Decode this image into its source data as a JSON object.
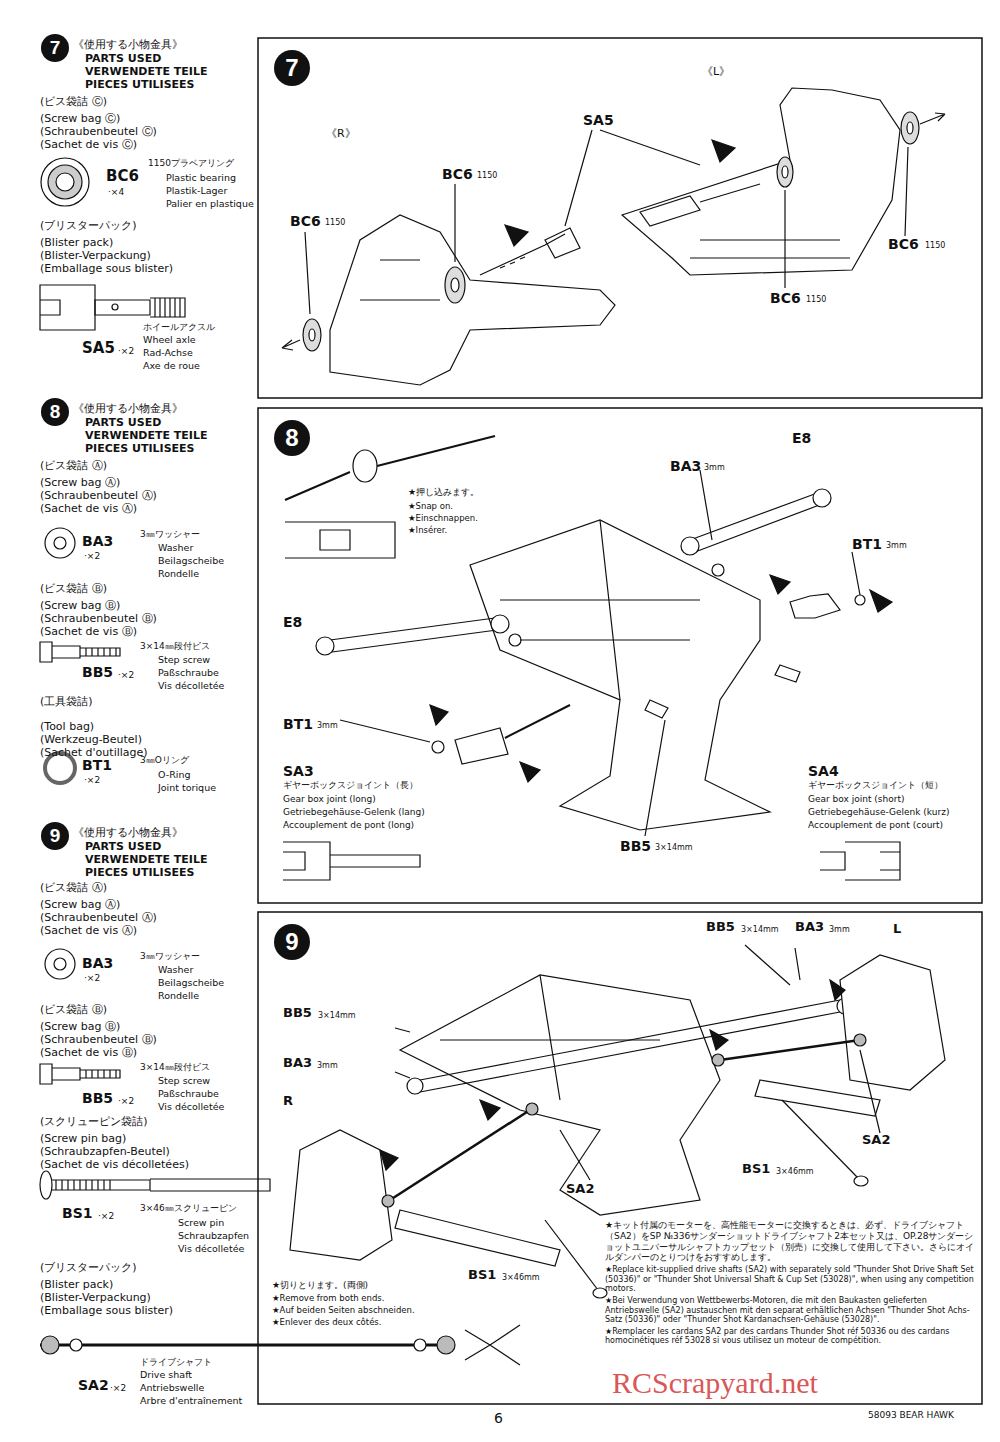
{
  "diagram": {
    "nodes": [
      {
        "text": [
          "7"
        ]
      },
      {
        "text": [
          "7"
        ]
      },
      {
        "text": [
          "8"
        ]
      },
      {
        "text": [
          "8"
        ]
      },
      {
        "text": [
          "9"
        ]
      },
      {
        "text": [
          "9"
        ]
      }
    ],
    "labels": [
      "《使用する小物金具》",
      "PARTS USED",
      "VERWENDETE TEILE",
      "PIECES UTILISEES",
      "(ビス袋詰 Ⓒ)",
      "(Screw bag Ⓒ)",
      "(Schraubenbeutel Ⓒ)",
      "(Sachet de vis Ⓒ)",
      "BC6",
      "·×4",
      "1150プラベアリング",
      "Plastic bearing",
      "Plastik-Lager",
      "Palier en plastique",
      "(ブリスターパック)",
      "(Blister pack)",
      "(Blister-Verpackung)",
      "(Emballage sous blister)",
      "ホイールアクスル",
      "Wheel axle",
      "Rad-Achse",
      "Axe de roue",
      "SA5",
      "·×2",
      "《L》",
      "《R》",
      "SA5",
      "BC6",
      "1150",
      "BC6",
      "1150",
      "BC6",
      "1150",
      "BC6",
      "1150",
      "《使用する小物金具》",
      "PARTS USED",
      "VERWENDETE TEILE",
      "PIECES UTILISEES",
      "(ビス袋詰 Ⓐ)",
      "(Screw bag Ⓐ)",
      "(Schraubenbeutel Ⓐ)",
      "(Sachet de vis Ⓐ)",
      "BA3",
      "·×2",
      "3㎜ワッシャー",
      "Washer",
      "Beilagscheibe",
      "Rondelle",
      "(ビス袋詰 Ⓑ)",
      "(Screw bag Ⓑ)",
      "(Schraubenbeutel Ⓑ)",
      "(Sachet de vis Ⓑ)",
      "3×14㎜段付ビス",
      "BB5",
      "·×2",
      "Step screw",
      "Paßschraube",
      "Vis décolletée",
      "(工具袋詰)",
      "(Tool bag)",
      "(Werkzeug-Beutel)",
      "(Sachet d'outillage)",
      "BT1",
      "·×2",
      "3㎜Oリング",
      "O-Ring",
      "Joint torique",
      "E8",
      "BA3",
      "3mm",
      "BT1",
      "3mm",
      "★押し込みます。",
      "★Snap on.",
      "★Einschnappen.",
      "★Insérer.",
      "E8",
      "BT1",
      "3mm",
      "SA3",
      "ギヤーボックスジョイント（長）",
      "Gear box joint (long)",
      "Getriebegehäuse-Gelenk (lang)",
      "Accouplement de pont (long)",
      "SA4",
      "ギヤーボックスジョイント（短）",
      "Gear box joint (short)",
      "Getriebegehäuse-Gelenk (kurz)",
      "Accouplement de pont (court)",
      "BB5",
      "3×14mm",
      "《使用する小物金具》",
      "PARTS USED",
      "VERWENDETE TEILE",
      "PIECES UTILISEES",
      "(ビス袋詰 Ⓐ)",
      "(Screw bag Ⓐ)",
      "(Schraubenbeutel Ⓐ)",
      "(Sachet de vis Ⓐ)",
      "BA3",
      "·×2",
      "3㎜ワッシャー",
      "Washer",
      "Beilagscheibe",
      "Rondelle",
      "(ビス袋詰 Ⓑ)",
      "(Screw bag Ⓑ)",
      "(Schraubenbeutel Ⓑ)",
      "(Sachet de vis Ⓑ)",
      "3×14㎜段付ビス",
      "BB5",
      "·×2",
      "Step screw",
      "Paßschraube",
      "Vis décolletée",
      "(スクリューピン袋詰)",
      "(Screw pin bag)",
      "(Schraubzapfen-Beutel)",
      "(Sachet de vis décolletées)",
      "BS1",
      "·×2",
      "3×46㎜スクリューピン",
      "Screw pin",
      "Schraubzapfen",
      "Vis décolletée",
      "(ブリスターパック)",
      "(Blister pack)",
      "(Blister-Verpackung)",
      "(Emballage sous blister)",
      "ドライブシャフト",
      "SA2",
      "·×2",
      "Drive shaft",
      "Antriebswelle",
      "Arbre d'entraînement",
      "BB5",
      "3×14mm",
      "BA3",
      "3mm",
      "L",
      "BB5",
      "3×14mm",
      "BA3",
      "3mm",
      "R",
      "SA2",
      "SA2",
      "BS1",
      "3×46mm",
      "BS1",
      "3×46mm",
      "★切りとります。(両側)",
      "★Remove from both ends.",
      "★Auf beiden Seiten abschneiden.",
      "★Enlever des deux côtés.",
      "★キット付属のモーターを、高性能モーターに交換するときは、必ず、ドライブシャフト（SA2）をSP №336サンダーショットドライブシャフト2本セット又は、OP.28サンダーショットユニバーサルシャフトカップセット（別売）に交換して使用して下さい。さらにオイルダンパーのとりつけをおすすめします。",
      "★Replace kit-supplied drive shafts (SA2) with separately sold \"Thunder Shot Drive Shaft Set (50336)\" or \"Thunder Shot Universal Shaft & Cup Set (53028)\", when using any competition motors.",
      "★Bei Verwendung von Wettbewerbs-Motoren, die mit den Baukasten gelieferten Antriebswelle (SA2) austauschen mit den separat erhältlichen Achsen \"Thunder Shot Achs-Satz (50336)\" oder \"Thunder Shot Kardanachsen-Gehäuse (53028)\".",
      "★Remplacer les cardans SA2 par des cardans Thunder Shot réf 50336 ou des cardans homocinétiques réf 53028 si vous utilisez un moteur de compétition.",
      "6",
      "58093 BEAR HAWK",
      "RCScrapyard.net"
    ]
  }
}
